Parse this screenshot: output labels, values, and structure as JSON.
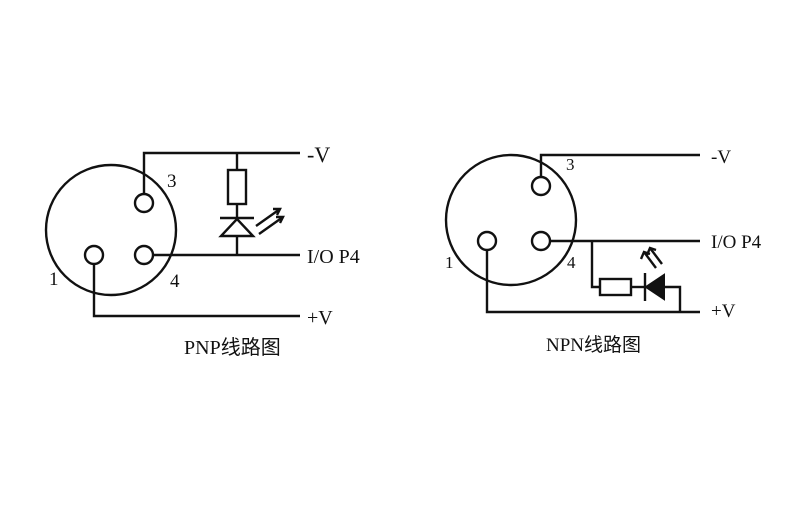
{
  "pnp": {
    "caption": "PNP线路图",
    "pins": {
      "p1": "1",
      "p3": "3",
      "p4": "4"
    },
    "terminals": {
      "neg": "-V",
      "io": "I/O P4",
      "pos": "+V"
    }
  },
  "npn": {
    "caption": "NPN线路图",
    "pins": {
      "p1": "1",
      "p3": "3",
      "p4": "4"
    },
    "terminals": {
      "neg": "-V",
      "io": "I/O P4",
      "pos": "+V"
    }
  },
  "colors": {
    "ink": "#111111",
    "background": "#ffffff"
  }
}
